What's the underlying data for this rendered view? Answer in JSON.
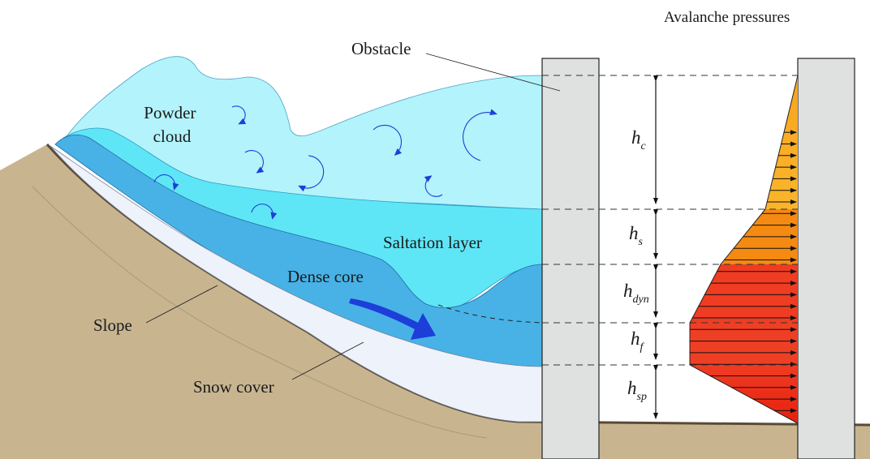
{
  "title": "Avalanche pressures",
  "labels": {
    "obstacle": "Obstacle",
    "powder_cloud_line1": "Powder",
    "powder_cloud_line2": "cloud",
    "saltation_layer": "Saltation layer",
    "dense_core": "Dense core",
    "slope": "Slope",
    "snow_cover": "Snow cover"
  },
  "heights": [
    {
      "main": "h",
      "sub": "c"
    },
    {
      "main": "h",
      "sub": "s"
    },
    {
      "main": "h",
      "sub": "dyn"
    },
    {
      "main": "h",
      "sub": "f"
    },
    {
      "main": "h",
      "sub": "sp"
    }
  ],
  "colors": {
    "powder_cloud": "#b3f3fb",
    "saltation": "#5fe6f6",
    "dense_core": "#48b2e6",
    "snow_cover": "#eef2fa",
    "ground": "#c8b590",
    "obstacle": "#dfe1e1",
    "pressure_hc": "#f9b024",
    "pressure_hs": "#f48a12",
    "pressure_hdyn": "#ef3c22",
    "arrow_blue": "#1d3ed8"
  }
}
